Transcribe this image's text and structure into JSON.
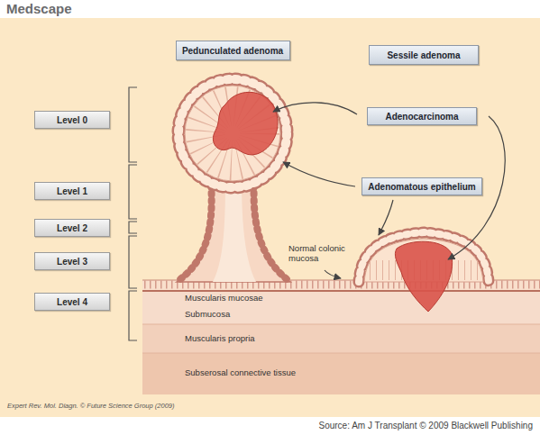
{
  "diagram": {
    "nodes": [
      {
        "text": [
          "Pedunculated adenoma"
        ]
      },
      {
        "text": [
          "Sessile adenoma"
        ]
      },
      {
        "text": [
          "Level 0"
        ]
      },
      {
        "text": [
          "Adenocarcinoma"
        ]
      },
      {
        "text": [
          "Level 1"
        ]
      },
      {
        "text": [
          "Adenomatous epithelium"
        ]
      },
      {
        "text": [
          "Level 2"
        ]
      },
      {
        "text": [
          "Level 3"
        ]
      },
      {
        "text": [
          "Level 4"
        ]
      }
    ],
    "labels": [
      "Medscape",
      "Normal colonic mucosa",
      "Muscularis mucosae",
      "Submucosa",
      "Muscularis propria",
      "Subserosal connective tissue",
      "Expert Rev. Mol. Diagn. © Future Science Group (2009)",
      "Source: Am J Transplant © 2009 Blackwell Publishing"
    ]
  }
}
